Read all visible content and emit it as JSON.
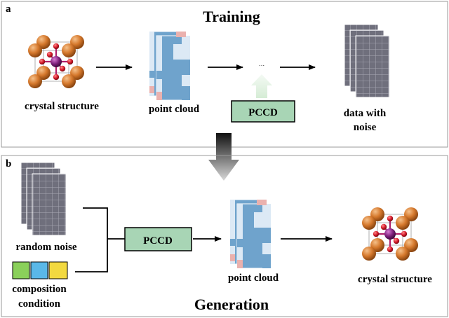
{
  "panel_a": {
    "letter": "a",
    "title": "Training",
    "crystal_label": "crystal structure",
    "pointcloud_label": "point cloud",
    "ellipsis": "...",
    "model_label": "PCCD",
    "noise_label_line1": "data with",
    "noise_label_line2": "noise"
  },
  "panel_b": {
    "letter": "b",
    "title": "Generation",
    "noise_label": "random noise",
    "condition_label_line1": "composition",
    "condition_label_line2": "condition",
    "model_label": "PCCD",
    "pointcloud_label": "point cloud",
    "crystal_label": "crystal structure"
  },
  "colors": {
    "model_box_fill": "#a8d5b5",
    "cloud_blue": "#6fa3cc",
    "cloud_light": "#dce9f5",
    "cloud_pink": "#eab1ae",
    "noise_grid": "#6f6f7c",
    "atom_orange": "#d5782c",
    "atom_red": "#d41a2a",
    "atom_purple": "#7c1f7a",
    "condition_colors": [
      "#8ad05a",
      "#5ab8e8",
      "#f2d940"
    ]
  }
}
